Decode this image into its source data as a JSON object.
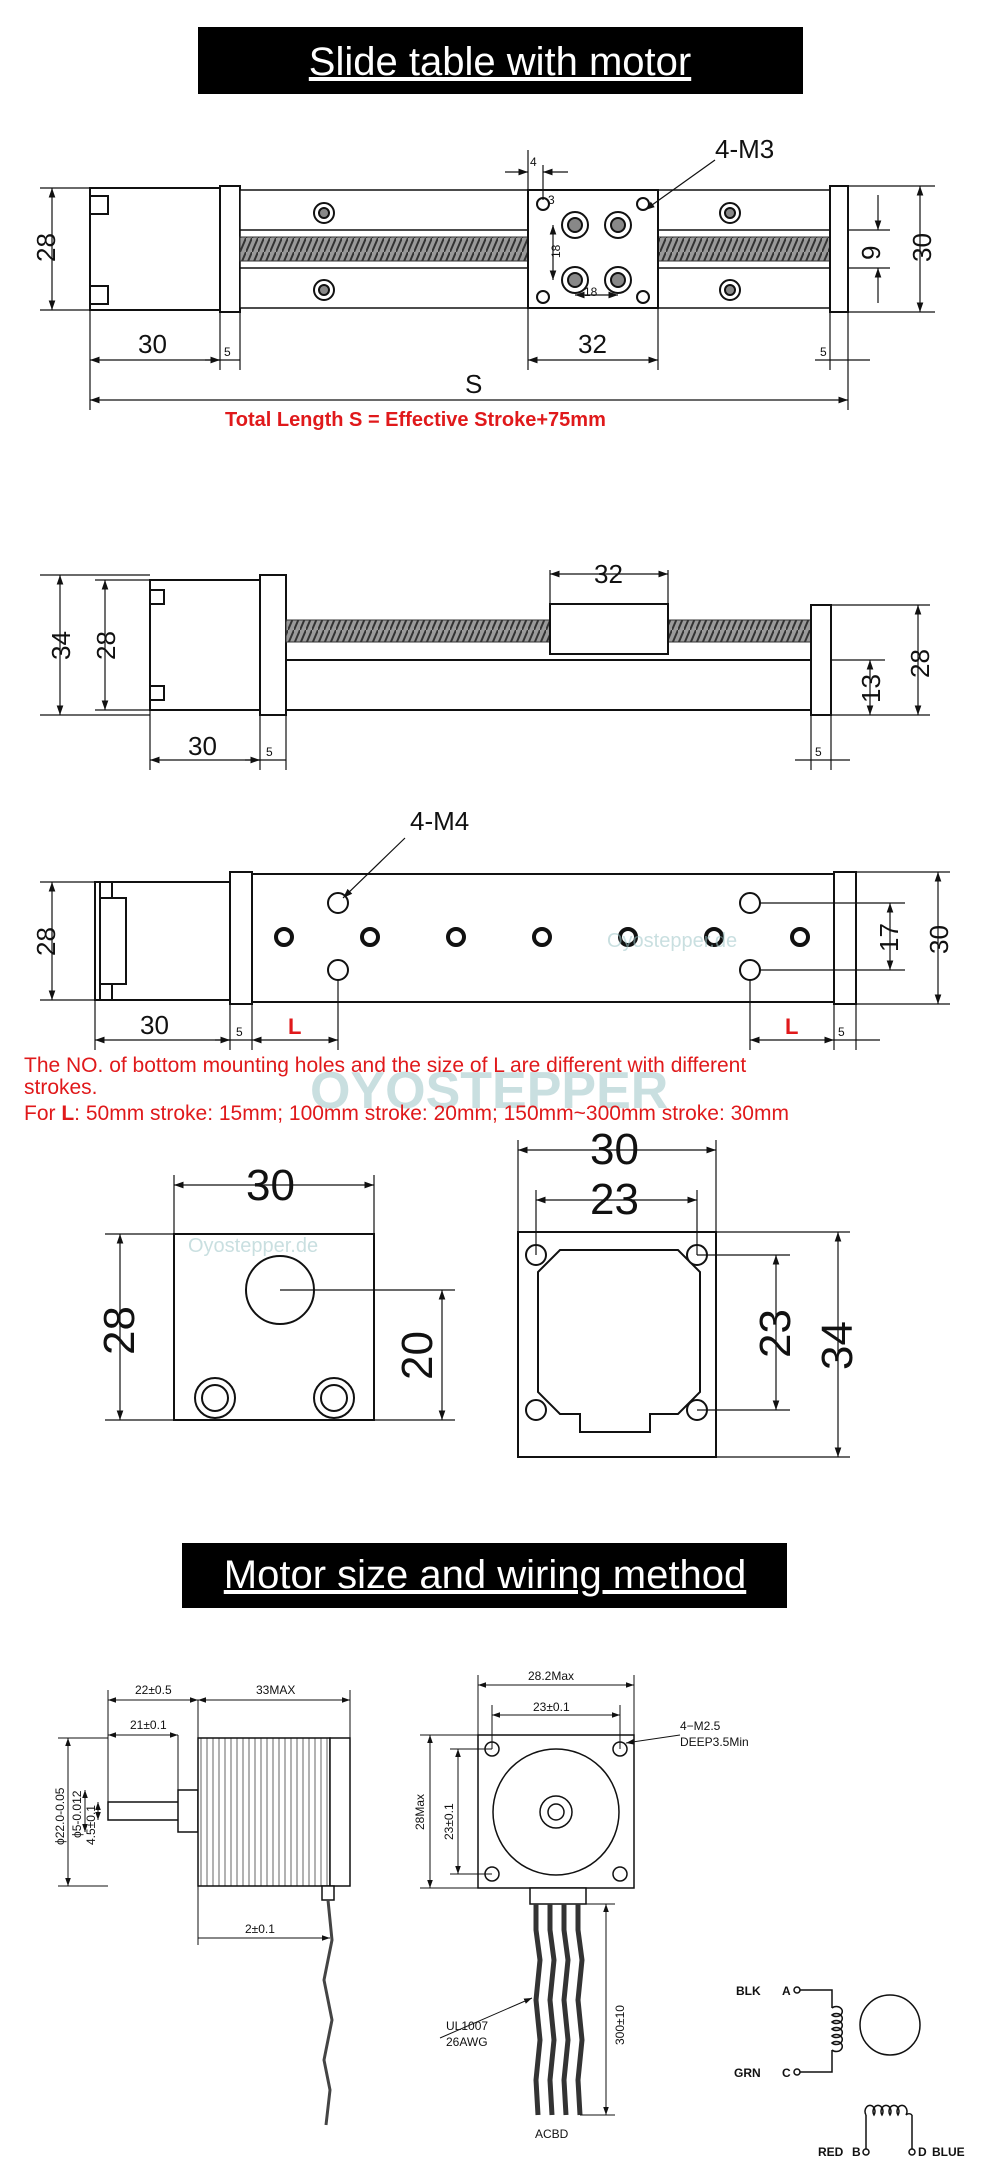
{
  "banners": {
    "slide_table": "Slide table with motor",
    "motor_wiring": "Motor size and wiring method"
  },
  "view1": {
    "label_4m3": "4-M3",
    "d4": "4",
    "d3": "3",
    "d18v": "18",
    "d18h": "18",
    "d28": "28",
    "d9": "9",
    "d30r": "30",
    "d30": "30",
    "d5a": "5",
    "d32": "32",
    "d5b": "5",
    "s": "S",
    "formula": "Total Length S = Effective Stroke+75mm"
  },
  "view2": {
    "d32": "32",
    "d34": "34",
    "d28": "28",
    "d28r": "28",
    "d13": "13",
    "d30": "30",
    "d5a": "5",
    "d5b": "5"
  },
  "view3": {
    "label_4m4": "4-M4",
    "d28": "28",
    "d17": "17",
    "d30r": "30",
    "d30": "30",
    "d5a": "5",
    "L1": "L",
    "L2": "L",
    "d5b": "5",
    "watermark": "Oyostepper.de"
  },
  "note": {
    "line1": "The NO. of bottom mounting holes and the size of L are different with different",
    "line2": "strokes.",
    "line3_prefix": "For ",
    "line3_bold": "L",
    "line3_rest": ": 50mm stroke: 15mm; 100mm stroke: 20mm; 150mm~300mm stroke: 30mm",
    "watermark": "OYOSTEPPER"
  },
  "end_views": {
    "left_d30": "30",
    "left_d28": "28",
    "left_d20": "20",
    "right_d30": "30",
    "right_d23h": "23",
    "right_d23v": "23",
    "right_d34": "34",
    "watermark": "Oyostepper.de"
  },
  "motor": {
    "d22": "22±0.5",
    "d33": "33MAX",
    "d21": "21±0.1",
    "d_shaft": "ϕ22.0-0.05",
    "d_flat": "ϕ5-0.012",
    "d_flat2": "4.5±0.1",
    "d2": "2±0.1",
    "d282": "28.2Max",
    "d23": "23±0.1",
    "d28max": "28Max",
    "d23v": "23±0.1",
    "m25": "4−M2.5",
    "deep": "DEEP3.5Min",
    "ul": "UL1007",
    "awg": "26AWG",
    "d300": "300±10",
    "acbd": "ACBD"
  },
  "wiring": {
    "blk": "BLK",
    "a": "A",
    "grn": "GRN",
    "c": "C",
    "red": "RED",
    "b": "B",
    "d": "D",
    "blue": "BLUE"
  }
}
